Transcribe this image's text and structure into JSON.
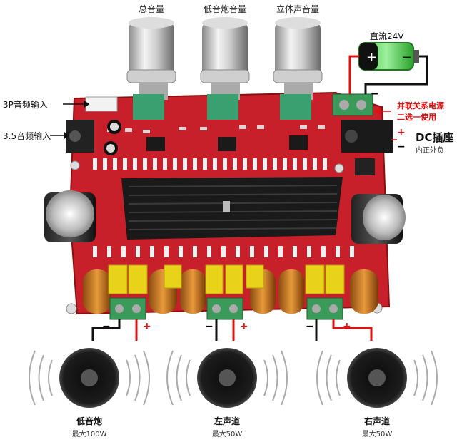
{
  "labels": {
    "master_volume": "总音量",
    "bass_volume": "低音炮音量",
    "stereo_volume": "立体声音量",
    "input_3p": "3P音频输入",
    "input_35": "3.5音频输入",
    "dc_24v": "直流24V",
    "parallel_note_1": "并联关系电源",
    "parallel_note_2": "二选一使用",
    "dc_jack": "DC插座",
    "jack_polarity": "内正外负"
  },
  "speakers": [
    {
      "name": "低音炮",
      "max": "最大100W"
    },
    {
      "name": "左声道",
      "max": "最大50W"
    },
    {
      "name": "右声道",
      "max": "最大50W"
    }
  ],
  "signs": {
    "minus": "−",
    "plus": "+"
  },
  "colors": {
    "pcb": "#c8202a",
    "heatsink": "#1a1a1a",
    "terminal": "#2e8b57",
    "capacitor": "#e8d21a",
    "wire_red": "#e01010",
    "battery": "#3cc43c"
  }
}
